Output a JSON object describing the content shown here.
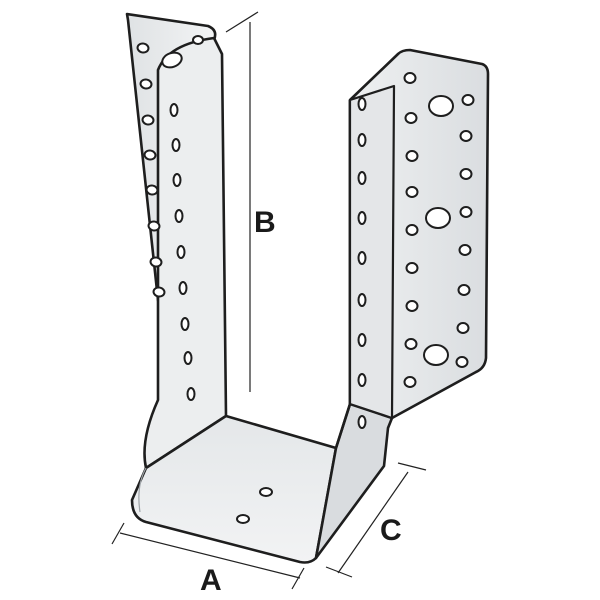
{
  "diagram": {
    "dimension_labels": {
      "width": "A",
      "height": "B",
      "depth": "C"
    },
    "colors": {
      "background": "#ffffff",
      "steel_face": "#e9ebec",
      "steel_side": "#d3d6d8",
      "steel_inner": "#dfe2e4",
      "outline": "#1e1e1e",
      "hole": "#ffffff",
      "dimension_line": "#222222"
    }
  }
}
